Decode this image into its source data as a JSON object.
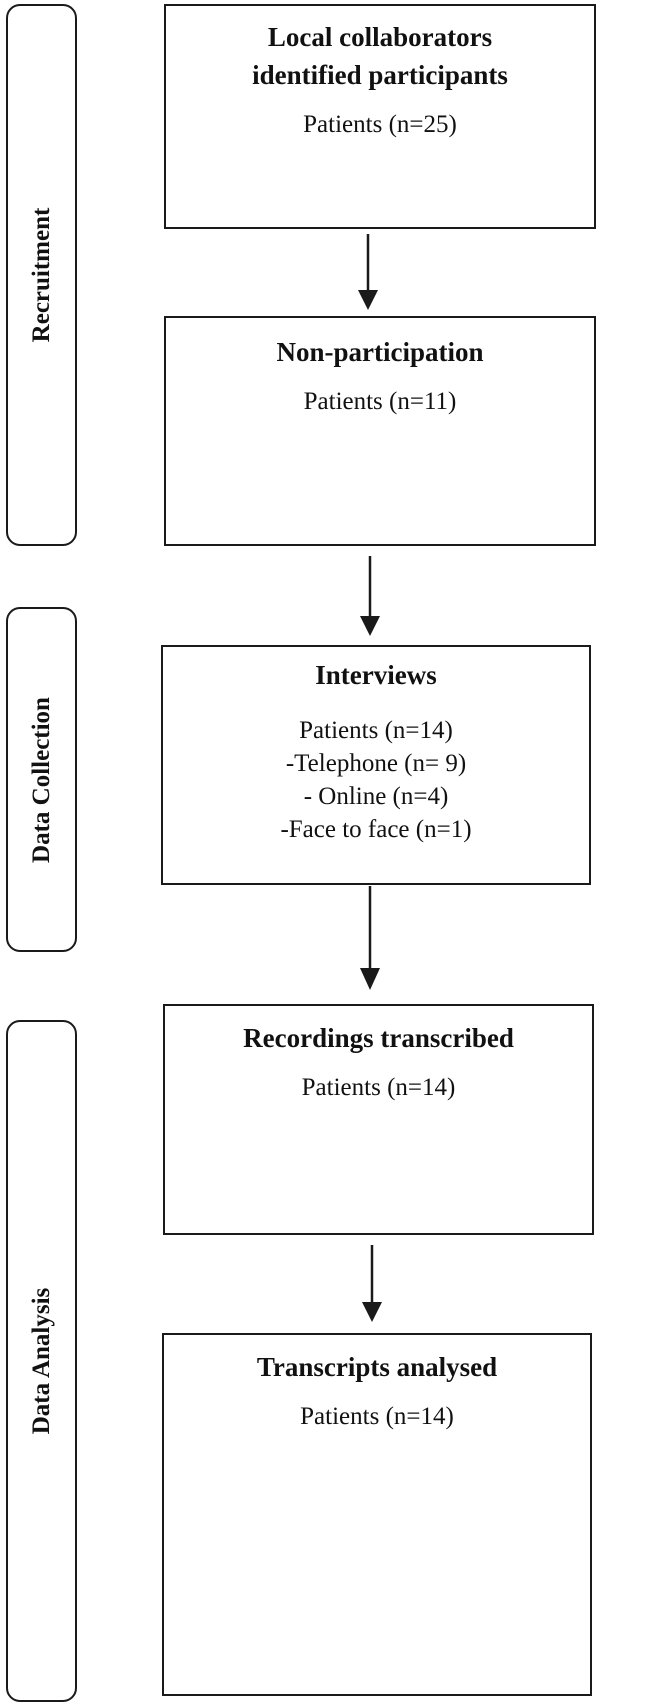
{
  "phases": {
    "recruitment": "Recruitment",
    "data_collection": "Data Collection",
    "data_analysis": "Data Analysis"
  },
  "steps": {
    "local_collaborators": {
      "title_line1": "Local collaborators",
      "title_line2": "identified participants",
      "count": "Patients (n=25)"
    },
    "non_participation": {
      "title": "Non-participation",
      "count": "Patients (n=11)"
    },
    "interviews": {
      "title": "Interviews",
      "count": "Patients (n=14)",
      "modes": [
        "-Telephone (n= 9)",
        "- Online (n=4)",
        "-Face to face (n=1)"
      ]
    },
    "recordings_transcribed": {
      "title": "Recordings transcribed",
      "count": "Patients (n=14)"
    },
    "transcripts_analysed": {
      "title": "Transcripts analysed",
      "count": "Patients (n=14)"
    }
  }
}
